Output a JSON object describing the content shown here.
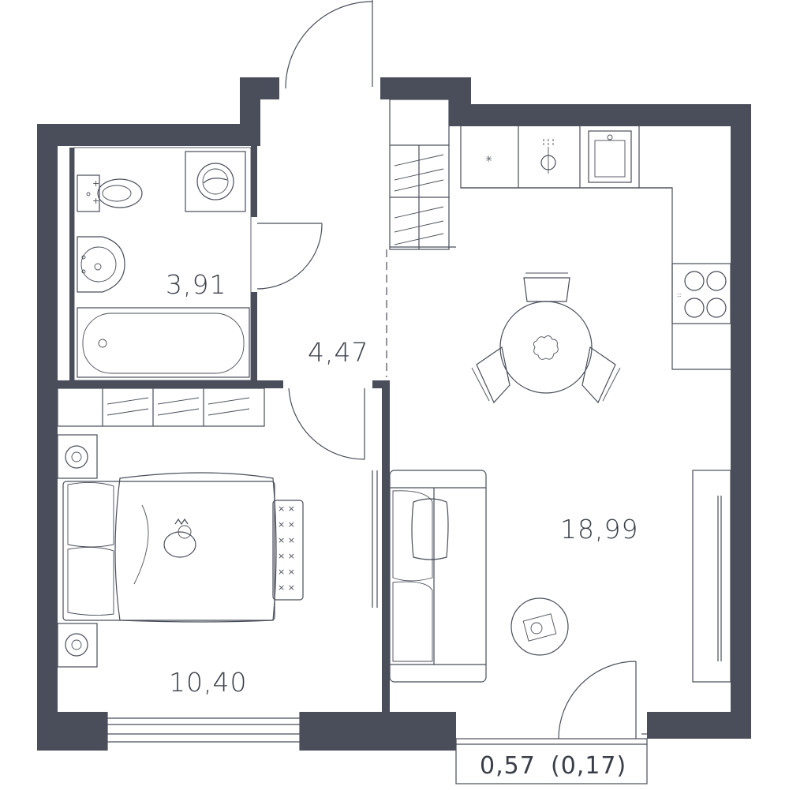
{
  "rooms": {
    "bathroom": {
      "area": "3,91"
    },
    "hallway": {
      "area": "4,47"
    },
    "living_kitchen": {
      "area": "18,99"
    },
    "bedroom": {
      "area": "10,40"
    },
    "balcony": {
      "area": "0,57",
      "area_reduced": "(0,17)"
    }
  },
  "colors": {
    "wall": "#4a4e5a",
    "line": "#4a4e5a",
    "background": "#ffffff"
  },
  "icons": [
    "washing-machine-icon",
    "toilet-icon",
    "sink-icon",
    "bathtub-icon",
    "wardrobe-icon",
    "stove-icon",
    "kitchen-sink-icon",
    "faucet-icon",
    "dining-table-icon",
    "chair-icon",
    "sofa-icon",
    "bed-icon",
    "pillow-icon",
    "nightstand-icon",
    "lamp-icon",
    "cat-icon",
    "coffee-table-icon",
    "tv-stand-icon",
    "door-icon",
    "window-icon"
  ]
}
